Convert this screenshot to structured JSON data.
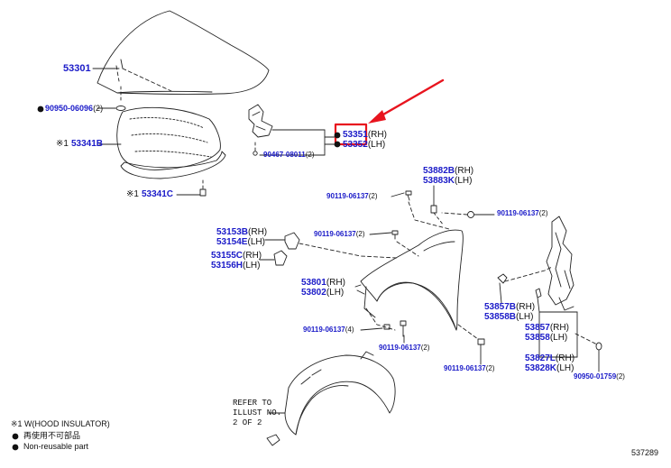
{
  "parts": {
    "hood": "53301",
    "hood_bolt": "90950-06096",
    "hood_bolt_qty": "(2)",
    "insulator_b": "53341B",
    "insulator_c": "53341C",
    "insulator_mark": "※1",
    "bracket_rh": "53351",
    "bracket_rh_side": "(RH)",
    "bracket_lh": "53352",
    "bracket_lh_side": "(LH)",
    "bracket_bolt": "90467-08011",
    "bracket_bolt_qty": "(2)",
    "clip_rh": "53882B",
    "clip_rh_side": "(RH)",
    "clip_lh": "53883K",
    "clip_lh_side": "(LH)",
    "bolt_a": "90119-06137",
    "bolt_a_qty": "(2)",
    "bolt_b": "90119-06137",
    "bolt_b_qty": "(2)",
    "bolt_c": "90119-06137",
    "bolt_c_qty": "(2)",
    "bolt_d": "90119-06137",
    "bolt_d_qty": "(4)",
    "bolt_e": "90119-06137",
    "bolt_e_qty": "(2)",
    "bolt_f": "90119-06137",
    "bolt_f_qty": "(2)",
    "bracket2_rh": "53153B",
    "bracket2_rh_side": "(RH)",
    "bracket2_lh": "53154E",
    "bracket2_lh_side": "(LH)",
    "bracket3_rh": "53155C",
    "bracket3_rh_side": "(RH)",
    "bracket3_lh": "53156H",
    "bracket3_lh_side": "(LH)",
    "fender_rh": "53801",
    "fender_rh_side": "(RH)",
    "fender_lh": "53802",
    "fender_lh_side": "(LH)",
    "seal_rh": "53857B",
    "seal_rh_side": "(RH)",
    "seal_lh": "53858B",
    "seal_lh_side": "(LH)",
    "panel_rh": "53857",
    "panel_rh_side": "(RH)",
    "panel_lh": "53858",
    "panel_lh_side": "(LH)",
    "panel2_rh": "53827L",
    "panel2_rh_side": "(RH)",
    "panel2_lh": "53828K",
    "panel2_lh_side": "(LH)",
    "clip_bottom": "90950-01759",
    "clip_bottom_qty": "(2)"
  },
  "refer_note": "REFER TO\nILLUST NO.\n2 OF 2",
  "legend": {
    "insulator_note": "※1 W(HOOD INSULATOR)",
    "nonreuse_jp": "再使用不可部品",
    "nonreuse_en": "Non-reusable part"
  },
  "diagram_id": "537289",
  "highlight_color": "#e8141e",
  "part_number_color": "#1a1ac8"
}
